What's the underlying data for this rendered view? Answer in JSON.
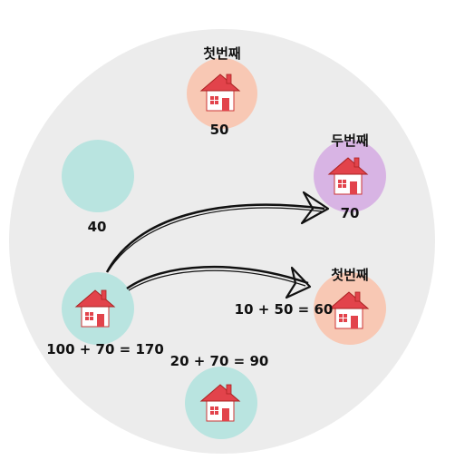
{
  "colors": {
    "background_circle": "#ececec",
    "salmon": "#f8c8b4",
    "lavender": "#d8b4e4",
    "teal": "#b9e4e0",
    "house_roof": "#e2434b",
    "house_wall": "#ffffff",
    "arrow": "#111111"
  },
  "nodes": {
    "top": {
      "heading": "첫번째",
      "value": "50",
      "icon": "house-icon"
    },
    "right_top": {
      "heading": "두번째",
      "value": "70",
      "icon": "house-icon"
    },
    "left_empty": {
      "value": "40"
    },
    "right_bottom": {
      "heading": "첫번째",
      "value": "10 + 50 = 60",
      "icon": "house-icon"
    },
    "left_bottom": {
      "value": "100 + 70 = 170",
      "icon": "house-icon"
    },
    "bottom": {
      "value": "20 + 70 = 90",
      "icon": "house-icon"
    }
  }
}
